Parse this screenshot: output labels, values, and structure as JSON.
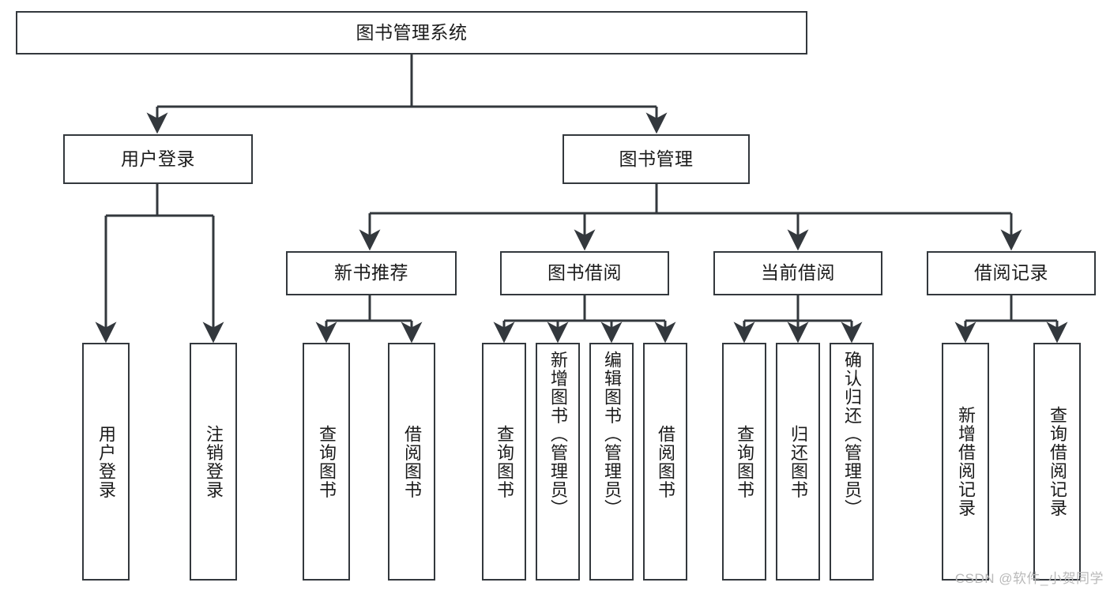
{
  "diagram": {
    "title": "图书管理系统",
    "type": "hierarchy-tree",
    "watermark": "CSDN @软件_小贺同学",
    "colors": {
      "stroke": "#33383d",
      "fill": "#ffffff",
      "text": "#1b1b1b",
      "watermark": "#b9b9b9"
    },
    "levels": {
      "root": {
        "label": "图书管理系统"
      },
      "level2": [
        {
          "id": "user-login",
          "label": "用户登录"
        },
        {
          "id": "book-management",
          "label": "图书管理"
        }
      ],
      "level3": [
        {
          "id": "new-book-recommend",
          "label": "新书推荐",
          "parent": "book-management"
        },
        {
          "id": "book-borrow",
          "label": "图书借阅",
          "parent": "book-management"
        },
        {
          "id": "current-borrow",
          "label": "当前借阅",
          "parent": "book-management"
        },
        {
          "id": "borrow-record",
          "label": "借阅记录",
          "parent": "book-management"
        }
      ],
      "leaves": [
        {
          "id": "leaf-user-login",
          "label": "用户登录",
          "parent": "user-login"
        },
        {
          "id": "leaf-logout",
          "label": "注销登录",
          "parent": "user-login"
        },
        {
          "id": "leaf-query-book-1",
          "label": "查询图书",
          "parent": "new-book-recommend"
        },
        {
          "id": "leaf-borrow-book-1",
          "label": "借阅图书",
          "parent": "new-book-recommend"
        },
        {
          "id": "leaf-query-book-2",
          "label": "查询图书",
          "parent": "book-borrow"
        },
        {
          "id": "leaf-add-book",
          "label": "新增图书（管理员）",
          "parent": "book-borrow"
        },
        {
          "id": "leaf-edit-book",
          "label": "编辑图书（管理员）",
          "parent": "book-borrow"
        },
        {
          "id": "leaf-borrow-book-2",
          "label": "借阅图书",
          "parent": "book-borrow"
        },
        {
          "id": "leaf-query-book-3",
          "label": "查询图书",
          "parent": "current-borrow"
        },
        {
          "id": "leaf-return-book",
          "label": "归还图书",
          "parent": "current-borrow"
        },
        {
          "id": "leaf-confirm-return",
          "label": "确认归还（管理员）",
          "parent": "current-borrow"
        },
        {
          "id": "leaf-add-record",
          "label": "新增借阅记录",
          "parent": "borrow-record"
        },
        {
          "id": "leaf-query-record",
          "label": "查询借阅记录",
          "parent": "borrow-record"
        }
      ]
    }
  }
}
